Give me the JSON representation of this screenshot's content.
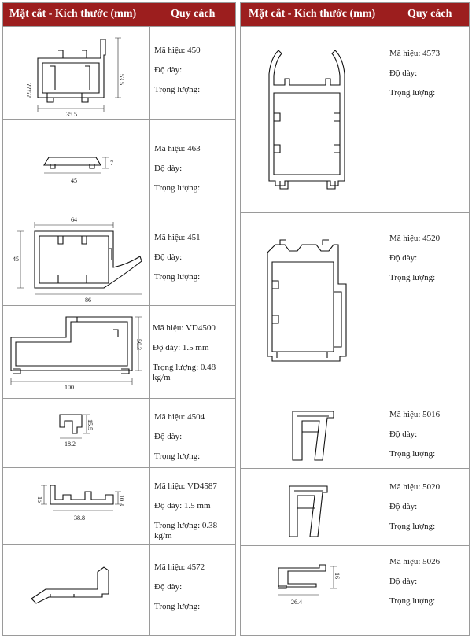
{
  "header": {
    "col_section": "Mặt cắt - Kích thước (mm)",
    "col_spec": "Quy cách"
  },
  "labels": {
    "code": "Mã hiệu:",
    "thickness": "Độ dày:",
    "weight": "Trọng lượng:"
  },
  "left_rows": [
    {
      "code": "Mã hiệu: 450",
      "thickness": "Độ dày:",
      "weight": "Trọng lượng:",
      "dims": [
        "53.5",
        "35.5",
        "?????"
      ]
    },
    {
      "code": "Mã hiệu: 463",
      "thickness": "Độ dày:",
      "weight": "Trọng lượng:",
      "dims": [
        "45",
        "7"
      ]
    },
    {
      "code": "Mã hiệu: 451",
      "thickness": "Độ dày:",
      "weight": "Trọng lượng:",
      "dims": [
        "64",
        "45",
        "86"
      ]
    },
    {
      "code": "Mã hiệu: VD4500",
      "thickness": "Độ dày: 1.5 mm",
      "weight": "Trọng lượng: 0.48 kg/m",
      "dims": [
        "50.3",
        "100"
      ]
    },
    {
      "code": "Mã hiệu: 4504",
      "thickness": "Độ dày:",
      "weight": "Trọng lượng:",
      "dims": [
        "15.5",
        "18.2"
      ]
    },
    {
      "code": "Mã hiệu: VD4587",
      "thickness": "Độ dày: 1.5 mm",
      "weight": "Trọng lượng: 0.38 kg/m",
      "dims": [
        "15",
        "10.3",
        "38.8"
      ]
    },
    {
      "code": "Mã hiệu: 4572",
      "thickness": "Độ dày:",
      "weight": "Trọng lượng:",
      "dims": []
    }
  ],
  "right_rows": [
    {
      "code": "Mã hiệu: 4573",
      "thickness": "Độ dày:",
      "weight": "Trọng lượng:",
      "dims": []
    },
    {
      "code": "Mã hiệu: 4520",
      "thickness": "Độ dày:",
      "weight": "Trọng lượng:",
      "dims": []
    },
    {
      "code": "Mã hiệu: 5016",
      "thickness": "Độ dày:",
      "weight": "Trọng lượng:",
      "dims": []
    },
    {
      "code": "Mã hiệu: 5020",
      "thickness": "Độ dày:",
      "weight": "Trọng lượng:",
      "dims": []
    },
    {
      "code": "Mã hiệu: 5026",
      "thickness": "Độ dày:",
      "weight": "Trọng lượng:",
      "dims": [
        "16",
        "26.4"
      ]
    }
  ],
  "colors": {
    "header_bg": "#9c1e1e",
    "header_text": "#ffffff",
    "border": "#9a9a9a"
  }
}
